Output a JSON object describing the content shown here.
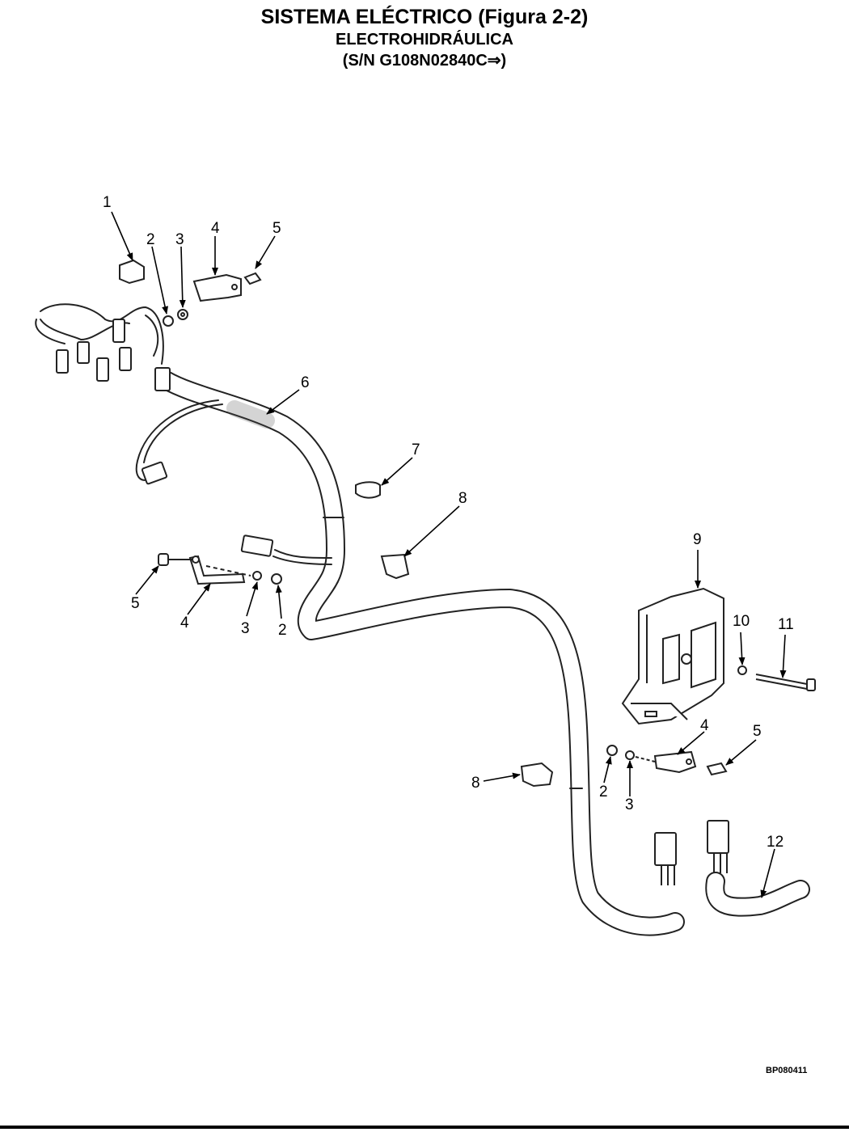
{
  "header": {
    "title": "SISTEMA ELÉCTRICO (Figura 2-2)",
    "subtitle": "ELECTROHIDRÁULICA",
    "serial": "(S/N G108N02840C⇒)"
  },
  "drawing_id": "BP080411",
  "callouts": [
    "1",
    "2",
    "3",
    "4",
    "5",
    "6",
    "7",
    "8",
    "5",
    "4",
    "3",
    "2",
    "9",
    "10",
    "11",
    "4",
    "5",
    "8",
    "2",
    "3",
    "12"
  ]
}
